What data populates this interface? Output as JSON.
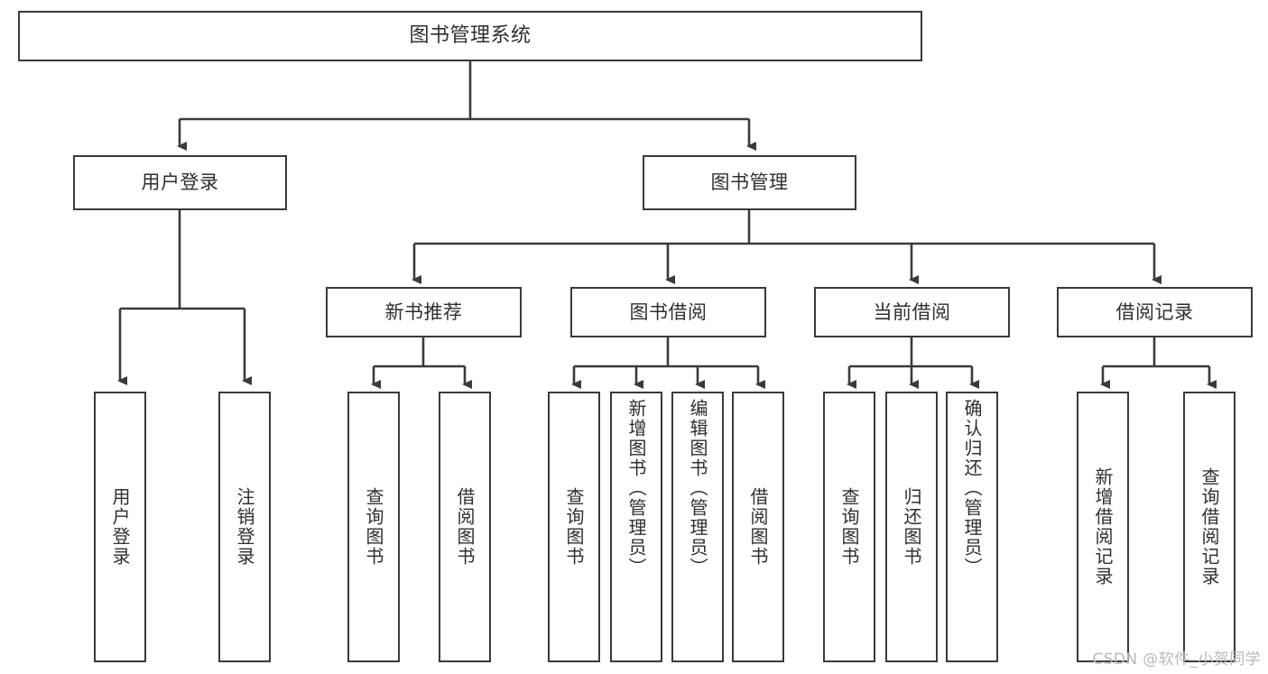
{
  "diagram": {
    "title": "图书管理系统",
    "type": "tree-hierarchy-chart",
    "colors": {
      "box_border": "#3a3a3a",
      "box_fill": "#ffffff",
      "connector": "#3a3a3a",
      "text": "#2f2f2f",
      "watermark": "#b9b9b9",
      "background": "#ffffff"
    },
    "nodes": {
      "root": {
        "label": "图书管理系统"
      },
      "level1": [
        {
          "id": "user-login",
          "label": "用户登录"
        },
        {
          "id": "book-management",
          "label": "图书管理"
        }
      ],
      "level2": [
        {
          "id": "new-book-recommend",
          "label": "新书推荐"
        },
        {
          "id": "book-borrow",
          "label": "图书借阅"
        },
        {
          "id": "current-borrow",
          "label": "当前借阅"
        },
        {
          "id": "borrow-record",
          "label": "借阅记录"
        }
      ],
      "leaves": [
        {
          "id": "leaf-user-login",
          "label": "用户登录",
          "parent": "user-login"
        },
        {
          "id": "leaf-logout-login",
          "label": "注销登录",
          "parent": "user-login"
        },
        {
          "id": "leaf-query-book-1",
          "label": "查询图书",
          "parent": "new-book-recommend"
        },
        {
          "id": "leaf-borrow-book-1",
          "label": "借阅图书",
          "parent": "new-book-recommend"
        },
        {
          "id": "leaf-query-book-2",
          "label": "查询图书",
          "parent": "book-borrow"
        },
        {
          "id": "leaf-add-book",
          "label": "新增图书（管理员）",
          "parent": "book-borrow"
        },
        {
          "id": "leaf-edit-book",
          "label": "编辑图书（管理员）",
          "parent": "book-borrow"
        },
        {
          "id": "leaf-borrow-book-2",
          "label": "借阅图书",
          "parent": "book-borrow"
        },
        {
          "id": "leaf-query-book-3",
          "label": "查询图书",
          "parent": "current-borrow"
        },
        {
          "id": "leaf-return-book",
          "label": "归还图书",
          "parent": "current-borrow"
        },
        {
          "id": "leaf-confirm-return",
          "label": "确认归还（管理员）",
          "parent": "current-borrow"
        },
        {
          "id": "leaf-add-borrow-record",
          "label": "新增借阅记录",
          "parent": "borrow-record"
        },
        {
          "id": "leaf-query-borrow-record",
          "label": "查询借阅记录",
          "parent": "borrow-record"
        }
      ]
    },
    "watermark": "CSDN @软件_小贺同学"
  }
}
